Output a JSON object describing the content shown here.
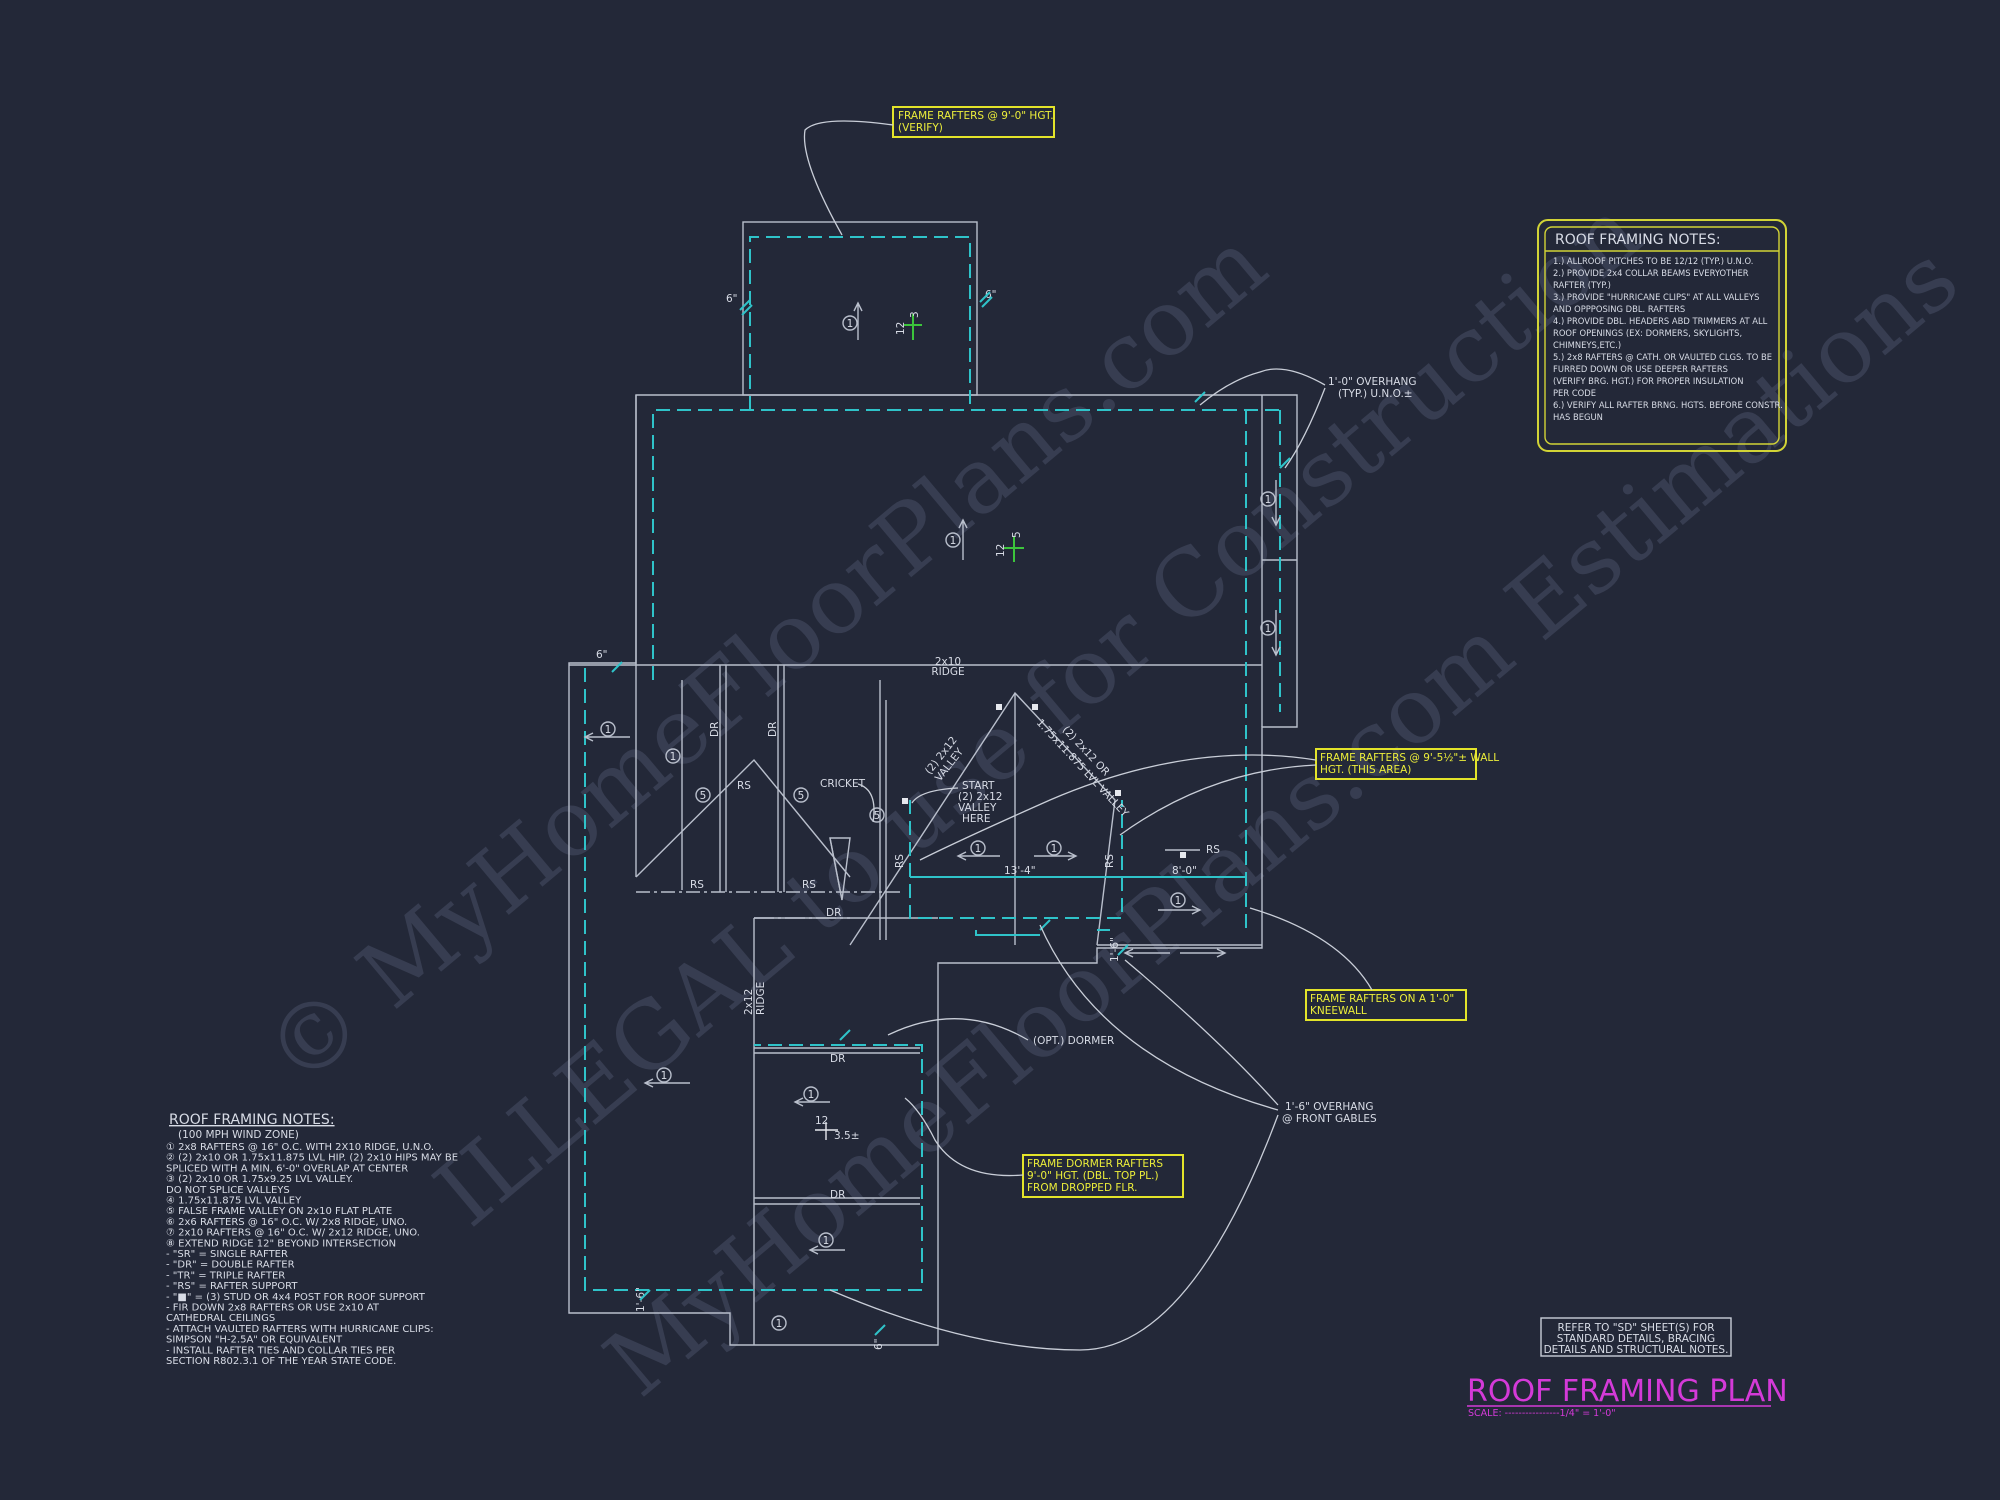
{
  "watermark": {
    "line1": "© MyHomeFloorPlans.com",
    "line2": "ILLEGAL to use for Construction",
    "line3": "MyHomeFloorPlans.com Estimations"
  },
  "callouts": {
    "rafters_top": [
      "FRAME RAFTERS @ 9'-0\" HGT.",
      "(VERIFY)"
    ],
    "wall_area": [
      "FRAME RAFTERS @ 9'-5½\"± WALL",
      "HGT. (THIS AREA)"
    ],
    "kneewall": [
      "FRAME RAFTERS ON A 1'-0\"",
      "KNEEWALL"
    ],
    "dormer": [
      "FRAME DORMER RAFTERS",
      "9'-0\" HGT. (DBL. TOP PL.)",
      "FROM DROPPED FLR."
    ]
  },
  "labels": {
    "overhang_typ": [
      "1'-0\" OVERHANG",
      "(TYP.) U.N.O.±"
    ],
    "overhang_front": [
      "1'-6\" OVERHANG",
      "@ FRONT GABLES"
    ],
    "ridge_main": [
      "2x10",
      "RIDGE"
    ],
    "ridge_lower": [
      "2x12",
      "RIDGE"
    ],
    "cricket": "CRICKET",
    "start_valley": [
      "START",
      "(2) 2x12",
      "VALLEY",
      "HERE"
    ],
    "valley_left": [
      "(2) 2x12",
      "VALLEY"
    ],
    "valley_right": [
      "(2) 2x12 OR",
      "1.75x11.875 LVL VALLEY"
    ],
    "opt_dormer": "(OPT.) DORMER",
    "dr": "DR",
    "rs": "RS",
    "six_in": "6\"",
    "one_six": "1'-6\"",
    "dim_left": "13'-4\"",
    "dim_right": "8'-0\"",
    "pitch_run": "12",
    "pitch_rise_a": "3",
    "pitch_rise_b": "5",
    "pitch_rise_c": "3.5±",
    "tag1": "1",
    "tag5": "5"
  },
  "notes_right": {
    "title": "ROOF FRAMING NOTES:",
    "lines": [
      "1.) ALLROOF PITCHES TO BE  12/12 (TYP.) U.N.O.",
      "2.) PROVIDE 2x4 COLLAR BEAMS EVERYOTHER",
      "     RAFTER (TYP.)",
      "3.) PROVIDE \"HURRICANE CLIPS\" AT ALL VALLEYS",
      "     AND OPPPOSING DBL. RAFTERS",
      "4.) PROVIDE DBL. HEADERS ABD TRIMMERS AT ALL",
      "     ROOF OPENINGS (EX: DORMERS, SKYLIGHTS,",
      "     CHIMNEYS,ETC.)",
      "5.) 2x8 RAFTERS @ CATH. OR VAULTED CLGS. TO BE",
      "     FURRED DOWN OR USE DEEPER RAFTERS",
      "     (VERIFY BRG. HGT.) FOR PROPER INSULATION",
      "     PER CODE",
      "6.) VERIFY ALL RAFTER BRNG. HGTS. BEFORE CONSTR.",
      "     HAS BEGUN"
    ]
  },
  "notes_left": {
    "title": "ROOF FRAMING NOTES:",
    "subtitle": "(100 MPH WIND ZONE)",
    "lines": [
      "①  2x8 RAFTERS @ 16\" O.C. WITH 2X10 RIDGE, U.N.O.",
      "②  (2) 2x10 OR 1.75x11.875 LVL HIP. (2) 2x10 HIPS MAY BE",
      "     SPLICED WITH A MIN. 6'-0\" OVERLAP AT CENTER",
      "③  (2) 2x10 OR 1.75x9.25 LVL VALLEY.",
      "     DO NOT SPLICE VALLEYS",
      "④  1.75x11.875 LVL VALLEY",
      "⑤  FALSE FRAME VALLEY ON 2x10 FLAT PLATE",
      "⑥  2x6 RAFTERS @ 16\" O.C. W/ 2x8 RIDGE, UNO.",
      "⑦  2x10 RAFTERS @ 16\" O.C. W/ 2x12 RIDGE, UNO.",
      "⑧  EXTEND RIDGE 12\" BEYOND INTERSECTION",
      "-   \"SR\" = SINGLE RAFTER",
      "-   \"DR\" = DOUBLE RAFTER",
      "-   \"TR\" = TRIPLE RAFTER",
      "-   \"RS\" = RAFTER SUPPORT",
      "-   \"■\"  = (3) STUD OR 4x4 POST FOR ROOF SUPPORT",
      "-   FIR DOWN 2x8 RAFTERS OR USE 2x10 AT",
      "     CATHEDRAL CEILINGS",
      "-   ATTACH VAULTED RAFTERS WITH HURRICANE CLIPS:",
      "     SIMPSON \"H-2.5A\" OR EQUIVALENT",
      "-   INSTALL RAFTER TIES AND COLLAR TIES PER",
      "     SECTION R802.3.1 OF THE YEAR STATE CODE."
    ]
  },
  "refer_box": [
    "REFER TO \"SD\" SHEET(S) FOR",
    "STANDARD DETAILS, BRACING",
    "DETAILS AND STRUCTURAL NOTES."
  ],
  "sheet_title": {
    "title": "ROOF FRAMING PLAN",
    "scale": "SCALE: ----------------1/4\" = 1'-0\""
  },
  "colors": {
    "background": "#232838",
    "dashed_line": "#2fc3c9",
    "callout": "#e3e42a",
    "title": "#d43ad8",
    "pitch": "#3cc43c"
  }
}
